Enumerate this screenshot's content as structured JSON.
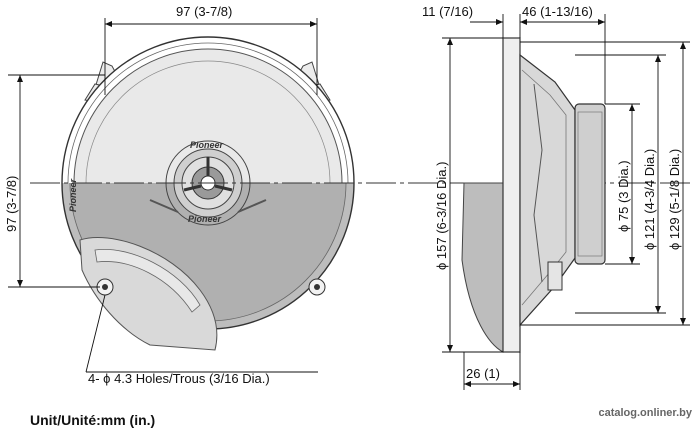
{
  "front_view": {
    "top_width": "97 (3-7/8)",
    "left_height": "97 (3-7/8)",
    "holes": "4- ϕ 4.3 Holes/Trous (3/16 Dia.)",
    "brand_marks": [
      "Pioneer",
      "Pioneer",
      "Pioneer"
    ]
  },
  "side_view": {
    "flange_depth": "11 (7/16)",
    "body_depth": "46 (1-13/16)",
    "mount_depth": "26 (1)",
    "dia_157": "ϕ 157 (6-3/16 Dia.)",
    "dia_75": "ϕ 75 (3 Dia.)",
    "dia_121": "ϕ 121 (4-3/4 Dia.)",
    "dia_129": "ϕ 129 (5-1/8 Dia.)"
  },
  "unit_label": "Unit/Unité:mm (in.)",
  "watermark": "catalog.onliner.by"
}
